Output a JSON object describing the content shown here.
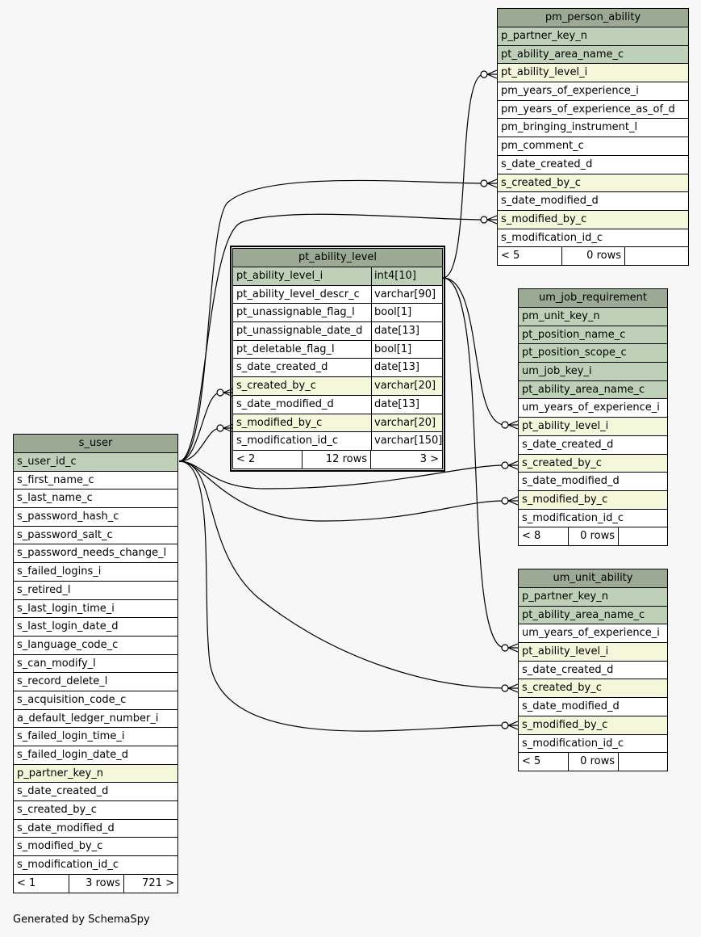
{
  "footer": "Generated by SchemaSpy",
  "tables": {
    "pm_person_ability": {
      "name": "pm_person_ability",
      "columns": [
        {
          "name": "p_partner_key_n",
          "kind": "pk"
        },
        {
          "name": "pt_ability_area_name_c",
          "kind": "pk"
        },
        {
          "name": "pt_ability_level_i",
          "kind": "fk"
        },
        {
          "name": "pm_years_of_experience_i",
          "kind": ""
        },
        {
          "name": "pm_years_of_experience_as_of_d",
          "kind": ""
        },
        {
          "name": "pm_bringing_instrument_l",
          "kind": ""
        },
        {
          "name": "pm_comment_c",
          "kind": ""
        },
        {
          "name": "s_date_created_d",
          "kind": ""
        },
        {
          "name": "s_created_by_c",
          "kind": "fk"
        },
        {
          "name": "s_date_modified_d",
          "kind": ""
        },
        {
          "name": "s_modified_by_c",
          "kind": "fk"
        },
        {
          "name": "s_modification_id_c",
          "kind": ""
        }
      ],
      "footer": [
        "< 5",
        "0 rows",
        ""
      ]
    },
    "pt_ability_level": {
      "name": "pt_ability_level",
      "columns": [
        {
          "name": "pt_ability_level_i",
          "type": "int4[10]",
          "kind": "pk"
        },
        {
          "name": "pt_ability_level_descr_c",
          "type": "varchar[90]",
          "kind": ""
        },
        {
          "name": "pt_unassignable_flag_l",
          "type": "bool[1]",
          "kind": ""
        },
        {
          "name": "pt_unassignable_date_d",
          "type": "date[13]",
          "kind": ""
        },
        {
          "name": "pt_deletable_flag_l",
          "type": "bool[1]",
          "kind": ""
        },
        {
          "name": "s_date_created_d",
          "type": "date[13]",
          "kind": ""
        },
        {
          "name": "s_created_by_c",
          "type": "varchar[20]",
          "kind": "fk"
        },
        {
          "name": "s_date_modified_d",
          "type": "date[13]",
          "kind": ""
        },
        {
          "name": "s_modified_by_c",
          "type": "varchar[20]",
          "kind": "fk"
        },
        {
          "name": "s_modification_id_c",
          "type": "varchar[150]",
          "kind": ""
        }
      ],
      "footer": [
        "< 2",
        "12 rows",
        "3 >"
      ]
    },
    "um_job_requirement": {
      "name": "um_job_requirement",
      "columns": [
        {
          "name": "pm_unit_key_n",
          "kind": "pk"
        },
        {
          "name": "pt_position_name_c",
          "kind": "pk"
        },
        {
          "name": "pt_position_scope_c",
          "kind": "pk"
        },
        {
          "name": "um_job_key_i",
          "kind": "pk"
        },
        {
          "name": "pt_ability_area_name_c",
          "kind": "pk"
        },
        {
          "name": "um_years_of_experience_i",
          "kind": ""
        },
        {
          "name": "pt_ability_level_i",
          "kind": "fk"
        },
        {
          "name": "s_date_created_d",
          "kind": ""
        },
        {
          "name": "s_created_by_c",
          "kind": "fk"
        },
        {
          "name": "s_date_modified_d",
          "kind": ""
        },
        {
          "name": "s_modified_by_c",
          "kind": "fk"
        },
        {
          "name": "s_modification_id_c",
          "kind": ""
        }
      ],
      "footer": [
        "< 8",
        "0 rows",
        ""
      ]
    },
    "um_unit_ability": {
      "name": "um_unit_ability",
      "columns": [
        {
          "name": "p_partner_key_n",
          "kind": "pk"
        },
        {
          "name": "pt_ability_area_name_c",
          "kind": "pk"
        },
        {
          "name": "um_years_of_experience_i",
          "kind": ""
        },
        {
          "name": "pt_ability_level_i",
          "kind": "fk"
        },
        {
          "name": "s_date_created_d",
          "kind": ""
        },
        {
          "name": "s_created_by_c",
          "kind": "fk"
        },
        {
          "name": "s_date_modified_d",
          "kind": ""
        },
        {
          "name": "s_modified_by_c",
          "kind": "fk"
        },
        {
          "name": "s_modification_id_c",
          "kind": ""
        }
      ],
      "footer": [
        "< 5",
        "0 rows",
        ""
      ]
    },
    "s_user": {
      "name": "s_user",
      "columns": [
        {
          "name": "s_user_id_c",
          "kind": "pk"
        },
        {
          "name": "s_first_name_c",
          "kind": ""
        },
        {
          "name": "s_last_name_c",
          "kind": ""
        },
        {
          "name": "s_password_hash_c",
          "kind": ""
        },
        {
          "name": "s_password_salt_c",
          "kind": ""
        },
        {
          "name": "s_password_needs_change_l",
          "kind": ""
        },
        {
          "name": "s_failed_logins_i",
          "kind": ""
        },
        {
          "name": "s_retired_l",
          "kind": ""
        },
        {
          "name": "s_last_login_time_i",
          "kind": ""
        },
        {
          "name": "s_last_login_date_d",
          "kind": ""
        },
        {
          "name": "s_language_code_c",
          "kind": ""
        },
        {
          "name": "s_can_modify_l",
          "kind": ""
        },
        {
          "name": "s_record_delete_l",
          "kind": ""
        },
        {
          "name": "s_acquisition_code_c",
          "kind": ""
        },
        {
          "name": "a_default_ledger_number_i",
          "kind": ""
        },
        {
          "name": "s_failed_login_time_i",
          "kind": ""
        },
        {
          "name": "s_failed_login_date_d",
          "kind": ""
        },
        {
          "name": "p_partner_key_n",
          "kind": "fk"
        },
        {
          "name": "s_date_created_d",
          "kind": ""
        },
        {
          "name": "s_created_by_c",
          "kind": ""
        },
        {
          "name": "s_date_modified_d",
          "kind": ""
        },
        {
          "name": "s_modified_by_c",
          "kind": ""
        },
        {
          "name": "s_modification_id_c",
          "kind": ""
        }
      ],
      "footer": [
        "< 1",
        "3 rows",
        "721 >"
      ]
    }
  },
  "colors": {
    "background": "#f7f7f7",
    "header": "#9ca994",
    "primary_key_row": "#bed1b8",
    "foreign_key_row": "#f4f7da",
    "plain_row": "#ffffff"
  }
}
